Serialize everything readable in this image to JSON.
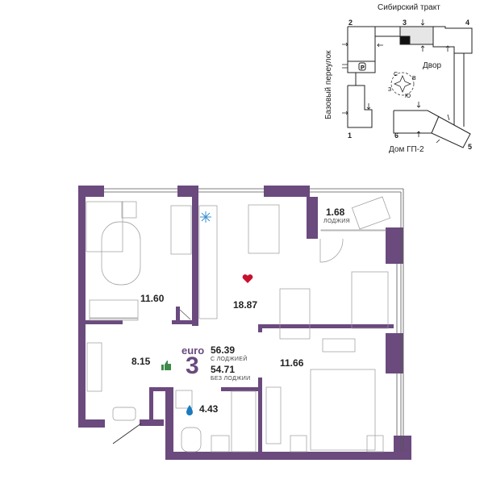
{
  "site_plan": {
    "street_top": "Сибирский тракт",
    "street_left": "Базовый переулок",
    "bottom_label": "Дом ГП-2",
    "courtyard": "Двор",
    "section_numbers": [
      "1",
      "2",
      "3",
      "4",
      "5",
      "6"
    ],
    "compass": {
      "n": "С",
      "e": "В",
      "s": "Ю",
      "w": "З"
    },
    "parking_badge": "P"
  },
  "apartment": {
    "type_prefix": "euro",
    "rooms": "3",
    "area_with_loggia": "56.39",
    "area_with_loggia_label": "С ЛОДЖИЕЙ",
    "area_without_loggia": "54.71",
    "area_without_loggia_label": "БЕЗ ЛОДЖИИ"
  },
  "rooms": {
    "bedroom_left": "11.60",
    "kitchen_living": "18.87",
    "loggia": "1.68",
    "loggia_label": "ЛОДЖИЯ",
    "hall": "8.15",
    "bedroom_right": "11.66",
    "bathroom": "4.43"
  },
  "colors": {
    "wall": "#6b4a7e",
    "heart": "#c8102e",
    "thumb": "#3e8a4a",
    "drop": "#1a7bbf"
  }
}
